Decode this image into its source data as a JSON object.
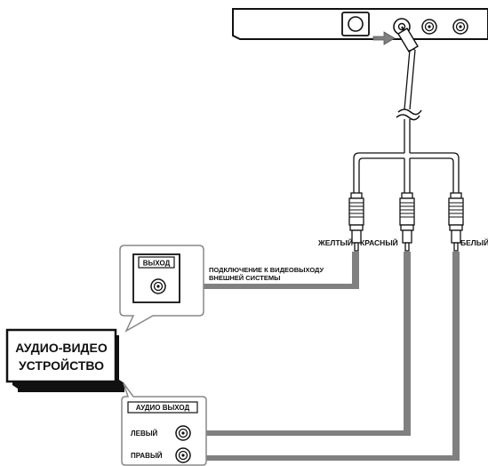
{
  "labels": {
    "yellow": "ЖЕЛТЫЙ",
    "red": "КРАСНЫЙ",
    "white": "БЕЛЫЙ",
    "video_out": "ВЫХОД",
    "connection_line1": "ПОДКЛЮЧЕНИЕ К ВИДЕОВЫХОДУ",
    "connection_line2": "ВНЕШНЕЙ СИСТЕМЫ",
    "device_line1": "АУДИО-ВИДЕО",
    "device_line2": "УСТРОЙСТВО",
    "audio_out": "АУДИО ВЫХОД",
    "left": "ЛЕВЫЙ",
    "right": "ПРАВЫЙ"
  },
  "colors": {
    "line": "#111111",
    "arrow": "#808080",
    "panel": "#ffffff"
  },
  "icons": {
    "cable_plug": "rca-plug-icon",
    "jack": "rca-jack-icon",
    "arrow": "arrow-icon"
  }
}
